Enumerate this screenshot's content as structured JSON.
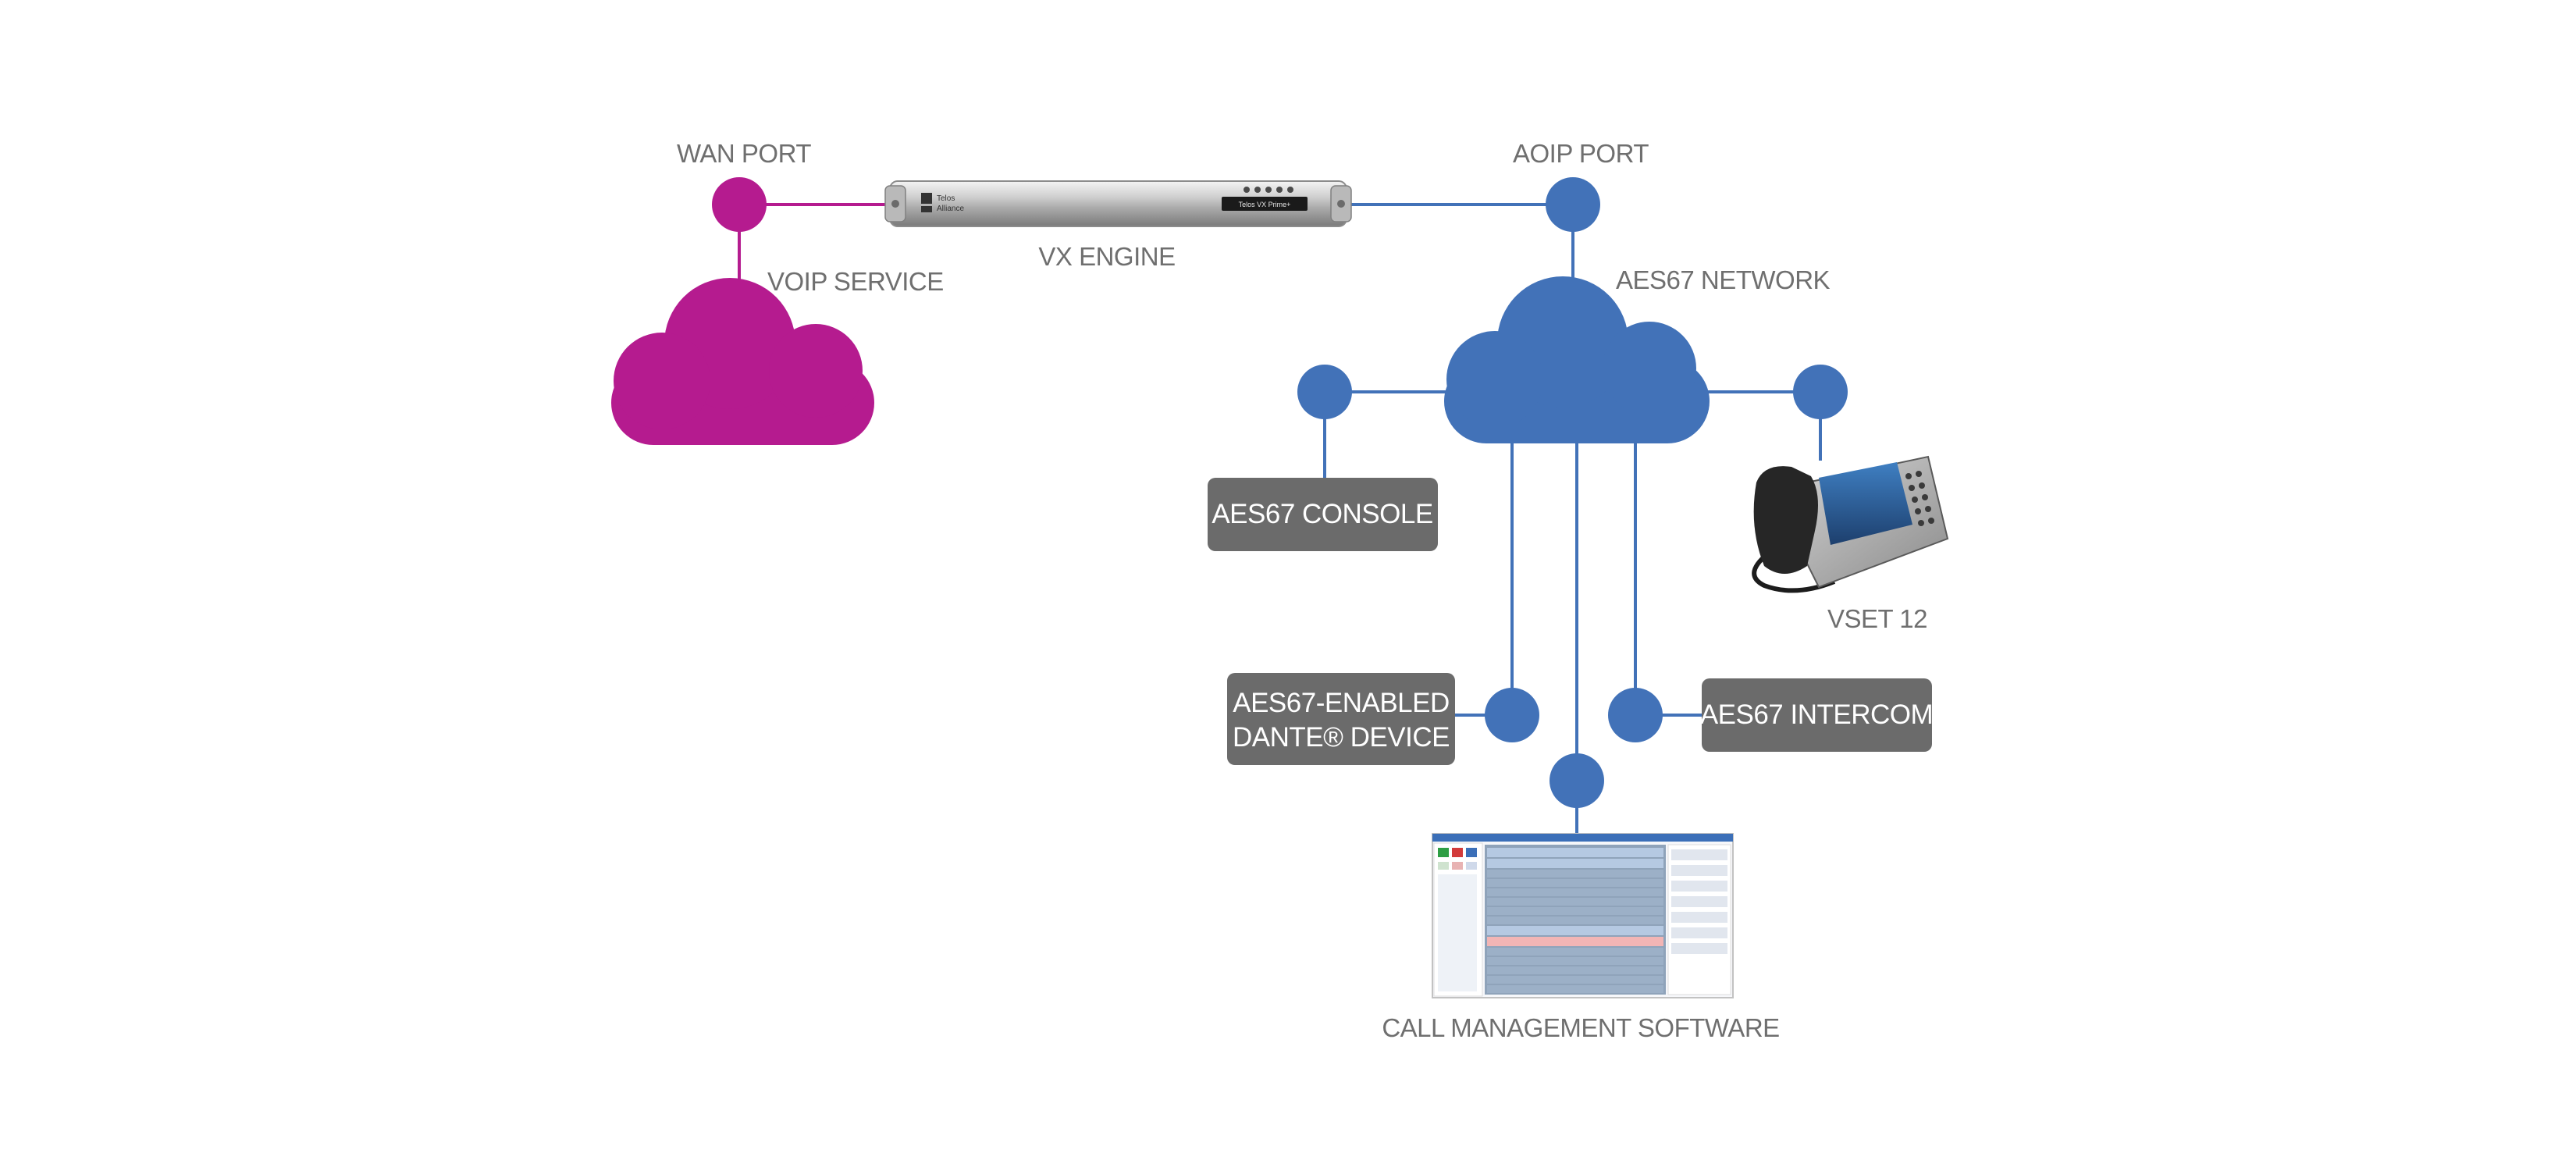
{
  "colors": {
    "voip": "#b51b8f",
    "aes67": "#4272b8",
    "box": "#6b6b6b",
    "label": "#6f6f6f"
  },
  "labels": {
    "wan_port": "WAN PORT",
    "aoip_port": "AOIP PORT",
    "vx_engine": "VX ENGINE",
    "voip_service": "VOIP SERVICE",
    "aes67_network": "AES67 NETWORK",
    "vset_12": "VSET 12",
    "call_management_software": "CALL MANAGEMENT SOFTWARE"
  },
  "boxes": {
    "aes67_console": "AES67 CONSOLE",
    "dante_device_line1": "AES67-ENABLED",
    "dante_device_line2": "DANTE® DEVICE",
    "aes67_intercom": "AES67 INTERCOM"
  },
  "device": {
    "brand_line1": "Telos",
    "brand_line2": "Alliance",
    "front_panel_text": "Telos VX Prime+"
  }
}
